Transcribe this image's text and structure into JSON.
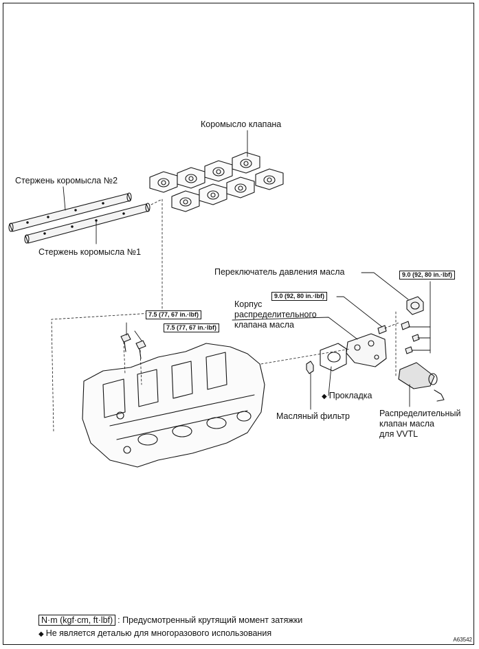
{
  "labels": {
    "rocker_arm": "Коромысло клапана",
    "shaft_2": "Стержень коромысла №2",
    "shaft_1": "Стержень коромысла №1",
    "oil_pressure_switch": "Переключатель давления масла",
    "ocv_housing": [
      "Корпус",
      "распределительного",
      "клапана масла"
    ],
    "gasket": "Прокладка",
    "oil_filter": "Масляный фильтр",
    "ocv_vvtl": [
      "Распределительный",
      "клапан масла",
      "для VVTL"
    ]
  },
  "torques": {
    "switch": "9.0 (92, 80 in.·lbf)",
    "housing": "9.0 (92, 80 in.·lbf)",
    "bolt_left": "7.5 (77, 67 in.·lbf)",
    "bolt_right": "7.5 (77, 67 in.·lbf)"
  },
  "legend": {
    "torque_unit": "N·m (kgf·cm, ft·lbf)",
    "torque_text": ": Предусмотренный крутящий момент затяжки",
    "diamond_symbol": "◆",
    "nonreusable_text": "Не является деталью для многоразового использования"
  },
  "catalog_number": "A63542"
}
